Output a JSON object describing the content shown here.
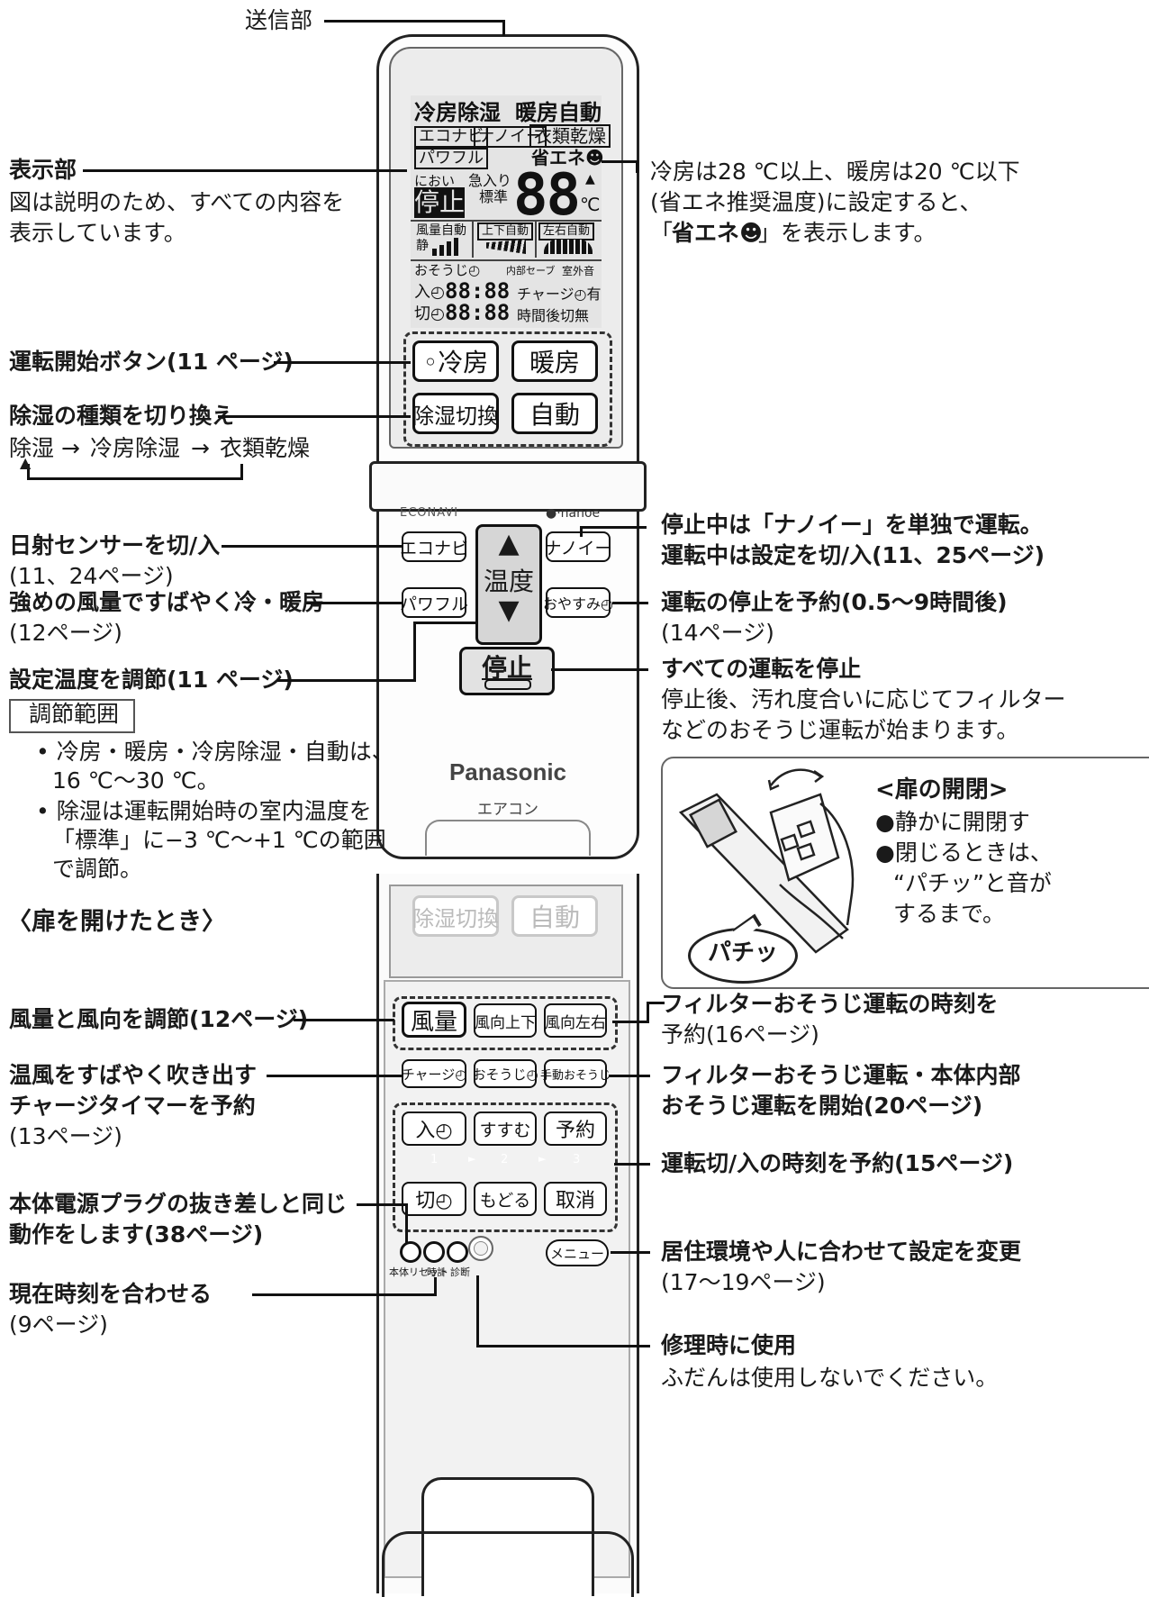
{
  "labels": {
    "transmitter": "送信部",
    "display": "表示部",
    "display_note_1": "図は説明のため、すべての内容を",
    "display_note_2": "表示しています。",
    "start_button": "運転開始ボタン(11 ページ)",
    "dehumid_switch": "除湿の種類を切り換え",
    "dehumid_seq_1": "除湿",
    "dehumid_seq_2": "冷房除湿",
    "dehumid_seq_3": "衣類乾燥",
    "arrow": "→",
    "solar": "日射センサーを切/入",
    "solar_page": "(11、24ページ)",
    "powerful": "強めの風量ですばやく冷・暖房",
    "powerful_page": "(12ページ)",
    "temp_adjust": "設定温度を調節(11 ページ)",
    "range_title": "調節範囲",
    "range_1a": "• 冷房・暖房・冷房除湿・自動は、",
    "range_1b": "16 ℃〜30 ℃。",
    "range_2a": "• 除湿は運転開始時の室内温度を",
    "range_2b": "「標準」に−3 ℃〜+1 ℃の範囲",
    "range_2c": "で調節。",
    "door_open": "〈扉を開けたとき〉",
    "fan_adjust": "風量と風向を調節(12ページ)",
    "charge_1": "温風をすばやく吹き出す",
    "charge_2": "チャージタイマーを予約",
    "charge_3": "(13ページ)",
    "reset_1": "本体電源プラグの抜き差しと同じ",
    "reset_2": "動作をします(38ページ)",
    "clock_1": "現在時刻を合わせる",
    "clock_2": "(9ページ)",
    "eco_1": "冷房は28 ℃以上、暖房は20 ℃以下",
    "eco_2": "(省エネ推奨温度)に設定すると、",
    "eco_3a": "「",
    "eco_3b": "省エネ☻",
    "eco_3c": "」を表示します。",
    "nanoe_1": "停止中は「ナノイー」を単独で運転。",
    "nanoe_2": "運転中は設定を切/入(11、25ページ)",
    "sleep_1": "運転の停止を予約(0.5〜9時間後)",
    "sleep_2": "(14ページ)",
    "stop_1": "すべての運転を停止",
    "stop_2": "停止後、汚れ度合いに応じてフィルター",
    "stop_3": "などのおそうじ運転が始まります。",
    "door_title": "<扉の開閉>",
    "door_1": "●静かに開閉す",
    "door_2": "●閉じるときは、",
    "door_3": "“パチッ”と音が",
    "door_4": "するまで。",
    "pachi": "パチッ",
    "filter_time_1": "フィルターおそうじ運転の時刻を",
    "filter_time_2": "予約(16ページ)",
    "filter_start_1": "フィルターおそうじ運転・本体内部",
    "filter_start_2": "おそうじ運転を開始(20ページ)",
    "timer": "運転切/入の時刻を予約(15ページ)",
    "menu_1": "居住環境や人に合わせて設定を変更",
    "menu_2": "(17〜19ページ)",
    "repair_1": "修理時に使用",
    "repair_2": "ふだんは使用しないでください。"
  },
  "lcd": {
    "row1a": "冷房除湿",
    "row1b": "暖房自動",
    "econavi": "エコナビ",
    "nanoe": "ナノイー",
    "drying": "衣類乾燥",
    "powerful": "パワフル",
    "eco": "省エネ☻",
    "smell": "におい",
    "quick": "急入り",
    "standard": "標準",
    "stop": "停止",
    "temp": "88",
    "unit": "℃",
    "fan_auto": "風量自動",
    "quiet": "静",
    "updown": "上下自動",
    "leftright": "左右自動",
    "cleaning": "おそうじ◴",
    "internal_safe": "内部セーブ",
    "outdoor": "室外音",
    "on_timer": "入◴",
    "off_timer": "切◴",
    "time": "88:88",
    "charge": "チャージ◴有",
    "after": "時間後切無"
  },
  "buttons": {
    "cool": "◦冷房",
    "heat": "暖房",
    "dehumid": "除湿切換",
    "auto": "自動",
    "econavi": "エコナビ",
    "nanoe": "ナノイー",
    "temp_up": "▲",
    "temp_label": "温度",
    "temp_down": "▼",
    "powerful": "パワフル",
    "sleep": "おやすみ◴",
    "stop": "停止",
    "fan": "風量",
    "vane_ud": "風向上下",
    "vane_lr": "風向左右",
    "charge": "チャージ◴",
    "clean_timer": "おそうじ◴",
    "manual_clean": "手動おそうじ",
    "on_timer": "入◴",
    "next": "すすむ",
    "reserve": "予約",
    "off_timer": "切◴",
    "back": "もどる",
    "cancel": "取消",
    "menu": "メニュー",
    "step1": "1",
    "step2": "2",
    "step3": "3",
    "step_arrow": "►"
  },
  "remote": {
    "econavi_logo": "ECONAVI",
    "nanoe_logo": "●·nanoe",
    "brand": "Panasonic",
    "product": "エアコン",
    "reset": "本体リセット",
    "clock": "時計",
    "diagnose": "診断"
  }
}
